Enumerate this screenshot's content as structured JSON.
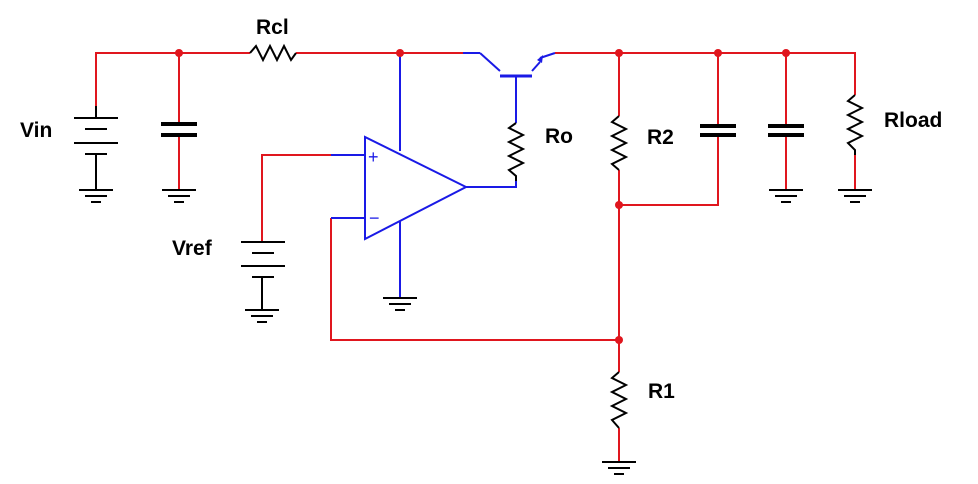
{
  "colors": {
    "net_wire": "#e0161e",
    "device_wire": "#1a1ae6",
    "component": "#000000",
    "junction": "#e0161e"
  },
  "labels": {
    "vin": "Vin",
    "rcl": "Rcl",
    "ro": "Ro",
    "r2": "R2",
    "rload": "Rload",
    "vref": "Vref",
    "r1": "R1"
  },
  "opamp": {
    "plus": "+",
    "minus": "−"
  },
  "icons": {
    "ground": "ground-icon",
    "battery": "battery-icon",
    "resistor": "resistor-icon",
    "capacitor": "capacitor-icon",
    "transistor": "npn-transistor-icon",
    "opamp": "op-amp-icon"
  }
}
